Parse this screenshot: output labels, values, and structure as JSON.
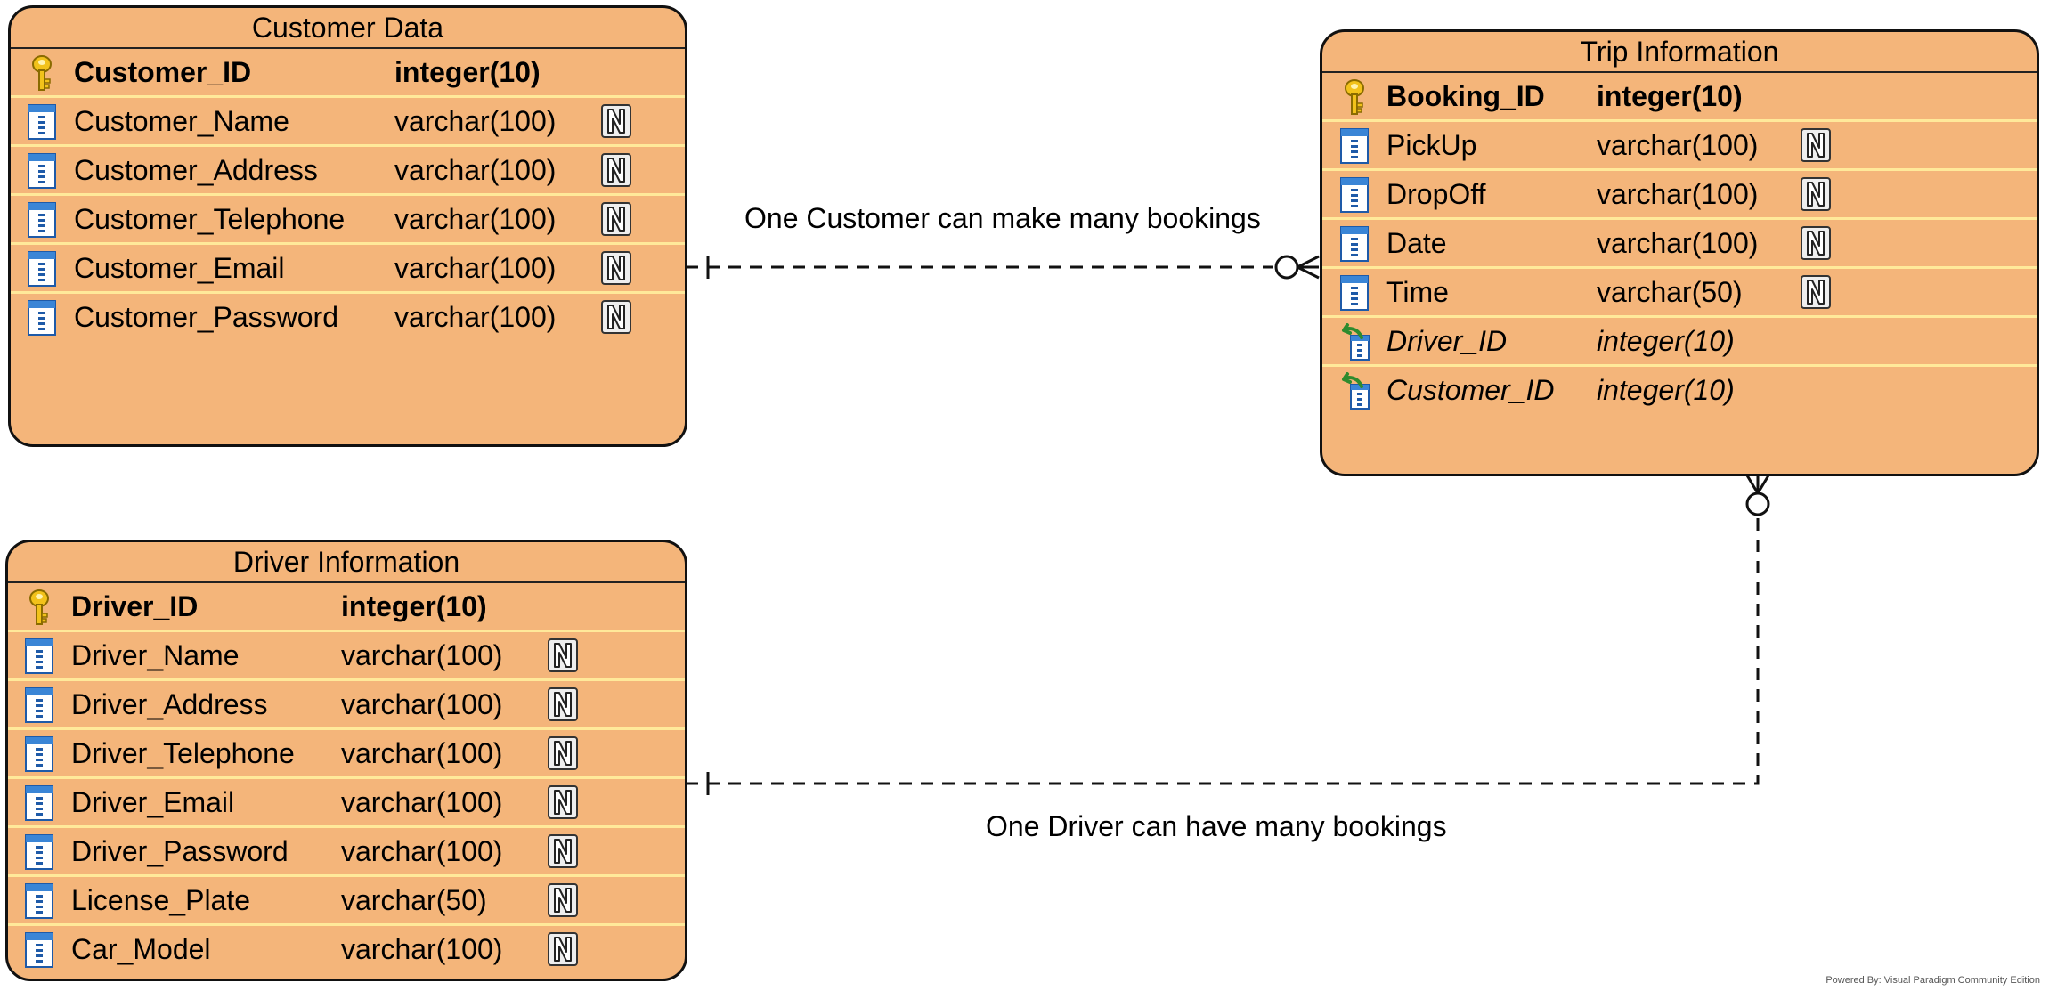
{
  "entities": {
    "customer": {
      "title": "Customer Data",
      "columns": [
        {
          "name": "Customer_ID",
          "type": "integer(10)",
          "kind": "pk",
          "nullable": false
        },
        {
          "name": "Customer_Name",
          "type": "varchar(100)",
          "kind": "col",
          "nullable": true
        },
        {
          "name": "Customer_Address",
          "type": "varchar(100)",
          "kind": "col",
          "nullable": true
        },
        {
          "name": "Customer_Telephone",
          "type": "varchar(100)",
          "kind": "col",
          "nullable": true
        },
        {
          "name": "Customer_Email",
          "type": "varchar(100)",
          "kind": "col",
          "nullable": true
        },
        {
          "name": "Customer_Password",
          "type": "varchar(100)",
          "kind": "col",
          "nullable": true
        }
      ]
    },
    "trip": {
      "title": "Trip Information",
      "columns": [
        {
          "name": "Booking_ID",
          "type": "integer(10)",
          "kind": "pk",
          "nullable": false
        },
        {
          "name": "PickUp",
          "type": "varchar(100)",
          "kind": "col",
          "nullable": true
        },
        {
          "name": "DropOff",
          "type": "varchar(100)",
          "kind": "col",
          "nullable": true
        },
        {
          "name": "Date",
          "type": "varchar(100)",
          "kind": "col",
          "nullable": true
        },
        {
          "name": "Time",
          "type": "varchar(50)",
          "kind": "col",
          "nullable": true
        },
        {
          "name": "Driver_ID",
          "type": "integer(10)",
          "kind": "fk",
          "nullable": false
        },
        {
          "name": "Customer_ID",
          "type": "integer(10)",
          "kind": "fk",
          "nullable": false
        }
      ]
    },
    "driver": {
      "title": "Driver Information",
      "columns": [
        {
          "name": "Driver_ID",
          "type": "integer(10)",
          "kind": "pk",
          "nullable": false
        },
        {
          "name": "Driver_Name",
          "type": "varchar(100)",
          "kind": "col",
          "nullable": true
        },
        {
          "name": "Driver_Address",
          "type": "varchar(100)",
          "kind": "col",
          "nullable": true
        },
        {
          "name": "Driver_Telephone",
          "type": "varchar(100)",
          "kind": "col",
          "nullable": true
        },
        {
          "name": "Driver_Email",
          "type": "varchar(100)",
          "kind": "col",
          "nullable": true
        },
        {
          "name": "Driver_Password",
          "type": "varchar(100)",
          "kind": "col",
          "nullable": true
        },
        {
          "name": "License_Plate",
          "type": "varchar(50)",
          "kind": "col",
          "nullable": true
        },
        {
          "name": "Car_Model",
          "type": "varchar(100)",
          "kind": "col",
          "nullable": true
        }
      ]
    }
  },
  "relationships": {
    "customer_trip": {
      "label": "One Customer can make many bookings",
      "from": "customer",
      "to": "trip",
      "from_cardinality": "one",
      "to_cardinality": "zero-or-many"
    },
    "driver_trip": {
      "label": "One Driver can have many bookings",
      "from": "driver",
      "to": "trip",
      "from_cardinality": "one",
      "to_cardinality": "zero-or-many"
    }
  },
  "icons": {
    "pk": "key-icon",
    "col": "column-icon",
    "fk": "foreign-key-icon",
    "nullable": "nullable-icon"
  },
  "colors": {
    "entity_fill": "#f4b57a",
    "row_divider": "#ffe99a",
    "border": "#111111"
  },
  "watermark": "Powered By: Visual Paradigm Community Edition"
}
